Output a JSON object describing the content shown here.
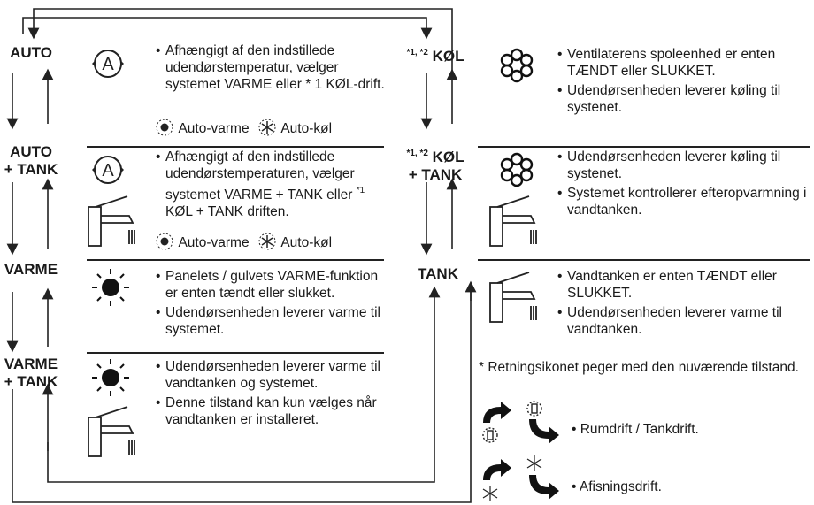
{
  "modes": {
    "auto": "AUTO",
    "auto_tank_1": "AUTO",
    "auto_tank_2": "+ TANK",
    "varme": "VARME",
    "varme_tank_1": "VARME",
    "varme_tank_2": "+ TANK",
    "kol_prefix": "*1, *2",
    "kol": "KØL",
    "kol_tank_prefix": "*1, *2",
    "kol_tank_1": "KØL",
    "kol_tank_2": "+ TANK",
    "tank": "TANK"
  },
  "left": {
    "auto": {
      "b1": "Afhængigt af den indstillede udendørstemperatur, vælger systemet VARME eller * 1 KØL-drift.",
      "heat": "Auto-varme",
      "cool": "Auto-køl"
    },
    "auto_tank": {
      "b1_a": "Afhængigt af den indstillede udendørstemperaturen, vælger systemet VARME + TANK eller",
      "b1_sup": "*1",
      "b1_b": " KØL + TANK driften.",
      "heat": "Auto-varme",
      "cool": "Auto-køl"
    },
    "varme": {
      "b1": "Panelets / gulvets VARME-funktion er enten tændt eller slukket.",
      "b2": "Udendørsenheden leverer varme til systemet."
    },
    "varme_tank": {
      "b1": "Udendørsenheden leverer varme til vandtanken og systemet.",
      "b2": "Denne tilstand kan kun vælges når vandtanken er installeret."
    }
  },
  "right": {
    "kol": {
      "b1": "Ventilaterens spoleenhed er enten TÆNDT eller SLUKKET.",
      "b2": "Udendørsenheden leverer køling til systenet."
    },
    "kol_tank": {
      "b1": "Udendørsenheden leverer køling til systenet.",
      "b2": "Systemet kontrollerer efteropvarmning i vandtanken."
    },
    "tank": {
      "b1": "Vandtanken er enten TÆNDT eller SLUKKET.",
      "b2": "Udendørsenheden leverer varme til vandtanken."
    }
  },
  "note": "* Retningsikonet peger med den nuværende tilstand.",
  "legend": {
    "room_tank": "• Rumdrift / Tankdrift.",
    "defrost": "• Afisningsdrift."
  },
  "icons": {
    "auto": "auto-A-icon",
    "sun": "sun-icon",
    "snowflake": "snowflake-icon",
    "tap": "water-tap-icon"
  }
}
